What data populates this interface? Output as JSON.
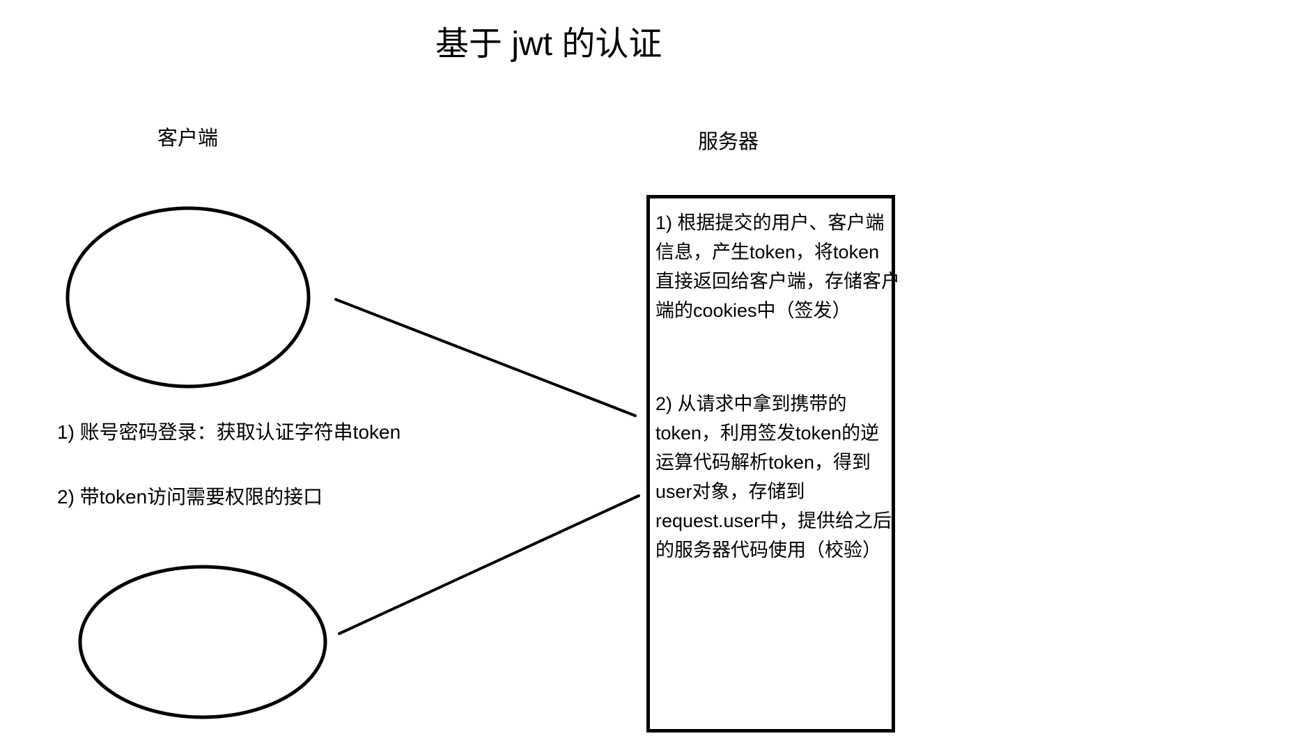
{
  "title": "基于 jwt 的认证",
  "labels": {
    "client": "客户端",
    "server": "服务器"
  },
  "client_notes": [
    "1) 账号密码登录：获取认证字符串token",
    "2) 带token访问需要权限的接口"
  ],
  "server_box": {
    "step1_lines": [
      "1) 根据提交的用户、客户端",
      "信息，产生token，将token",
      "直接返回给客户端，存储客户",
      "端的cookies中（签发）"
    ],
    "step2_lines": [
      "2) 从请求中拿到携带的",
      "token，利用签发token的逆",
      "运算代码解析token，得到",
      "user对象，存储到",
      "request.user中，提供给之后",
      "的服务器代码使用（校验）"
    ]
  },
  "colors": {
    "ink": "#000000",
    "background": "#ffffff"
  }
}
